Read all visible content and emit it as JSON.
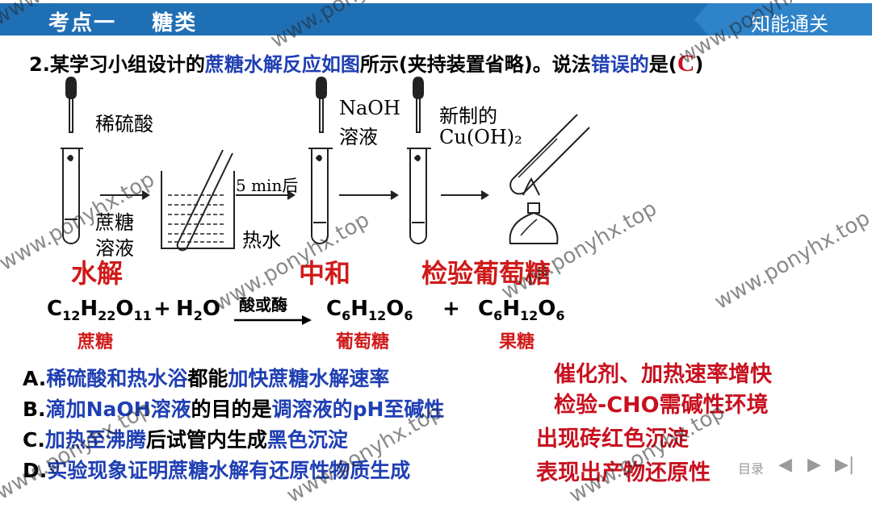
{
  "header": {
    "title": "考点一    糖类",
    "subtitle": "知能通关"
  },
  "question": {
    "num": "2.",
    "p1": "某学习小组设计的",
    "p2": "蔗糖水解反应如图",
    "p3": "所示(夹持装置省略)。说法",
    "p4": "错误的",
    "p5": "是(",
    "answer": "C",
    "p6": ")"
  },
  "diagram": {
    "acid": "稀硫酸",
    "sucrose_1": "蔗糖",
    "sucrose_2": "溶液",
    "time": "5 min后",
    "hotwater": "热水",
    "naoh_1": "NaOH",
    "naoh_2": "溶液",
    "cu_1": "新制的",
    "cu_2": "Cu(OH)₂"
  },
  "stages": {
    "s1": "水解",
    "s2": "中和",
    "s3": "检验葡萄糖"
  },
  "equation": {
    "condition": "酸或酶",
    "plus1": "+",
    "plus2": "+",
    "c1": "蔗糖",
    "c2": "葡萄糖",
    "c3": "果糖"
  },
  "options": {
    "a_pre": "A.",
    "a1": "稀硫酸和热水浴",
    "a2": "都能",
    "a3": "加快蔗糖水解速率",
    "b_pre": "B.",
    "b1": "滴加",
    "b2": "NaOH溶液",
    "b3": "的目的是",
    "b4": "调溶液的pH至碱性",
    "c_pre": "C.",
    "c1": "加热至沸腾",
    "c2": "后试管内生成",
    "c3": "黑色沉淀",
    "d_pre": "D.",
    "d1": "实验现象",
    "d2": "证明蔗糖水解有还原性物质生成"
  },
  "notes": {
    "n1": "催化剂、加热速率增快",
    "n2": "检验-CHO需碱性环境",
    "n3": "出现砖红色沉淀",
    "n4": "表现出产物还原性"
  },
  "nav": {
    "menu": "目录",
    "prev": "◀",
    "next": "▶",
    "last": "▶|"
  },
  "watermark": "www.ponyhx.top"
}
